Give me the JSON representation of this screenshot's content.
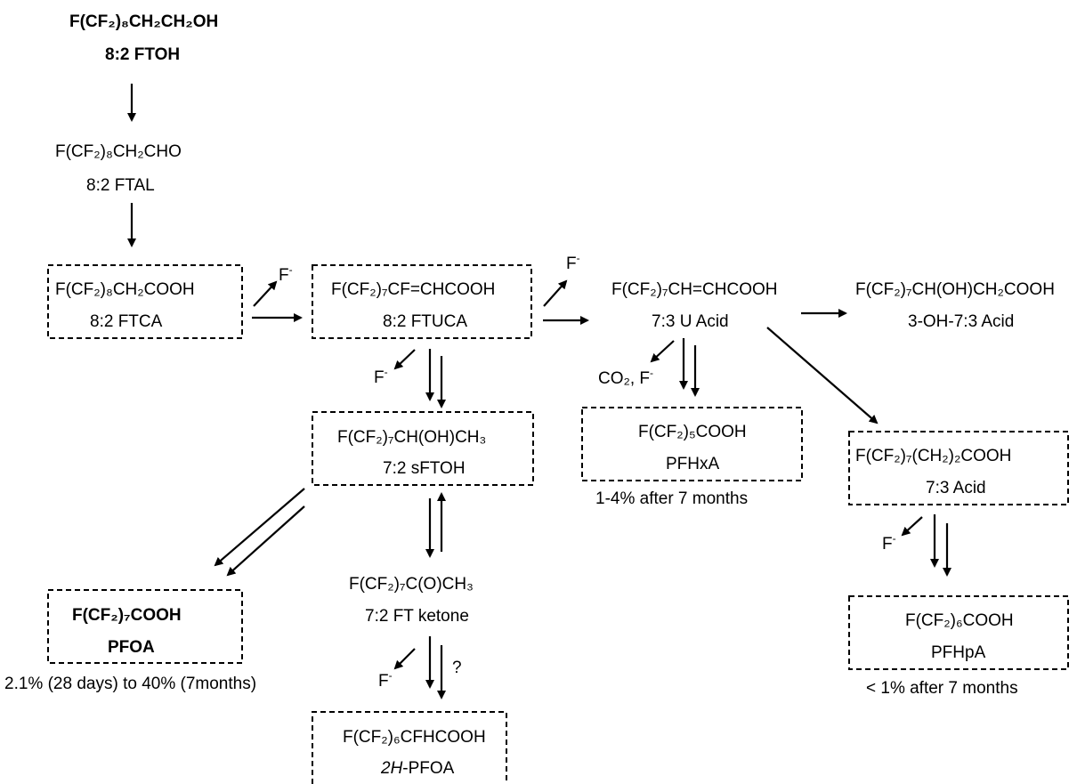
{
  "compounds": {
    "ftoh": {
      "formula": "F(CF₂)₈CH₂CH₂OH",
      "name": "8:2 FTOH"
    },
    "ftal": {
      "formula": "F(CF₂)₈CH₂CHO",
      "name": "8:2 FTAL"
    },
    "ftca": {
      "formula": "F(CF₂)₈CH₂COOH",
      "name": "8:2 FTCA"
    },
    "ftuca": {
      "formula": "F(CF₂)₇CF=CHCOOH",
      "name": "8:2 FTUCA"
    },
    "u_acid": {
      "formula": "F(CF₂)₇CH=CHCOOH",
      "name": "7:3 U Acid"
    },
    "oh_acid": {
      "formula": "F(CF₂)₇CH(OH)CH₂COOH",
      "name": "3-OH-7:3 Acid"
    },
    "sftoh": {
      "formula": "F(CF₂)₇CH(OH)CH₃",
      "name": "7:2 sFTOH"
    },
    "pfhxa": {
      "formula": "F(CF₂)₅COOH",
      "name": "PFHxA",
      "note": "1-4% after 7 months"
    },
    "acid73": {
      "formula": "F(CF₂)₇(CH₂)₂COOH",
      "name": "7:3 Acid"
    },
    "pfoa": {
      "formula": "F(CF₂)₇COOH",
      "name": "PFOA",
      "note": "2.1% (28 days) to 40% (7months)"
    },
    "ketone": {
      "formula": "F(CF₂)₇C(O)CH₃",
      "name": "7:2 FT ketone"
    },
    "pfhpa": {
      "formula": "F(CF₂)₆COOH",
      "name": "PFHpA",
      "note": "< 1% after 7 months"
    },
    "h_pfoa": {
      "formula": "F(CF₂)₆CFHCOOH",
      "name_prefix": "2H",
      "name_suffix": "-PFOA"
    }
  },
  "labels": {
    "fluoride": "F",
    "fluoride_charge": "-",
    "co2_fluoride": "CO₂, F",
    "question": "?"
  }
}
